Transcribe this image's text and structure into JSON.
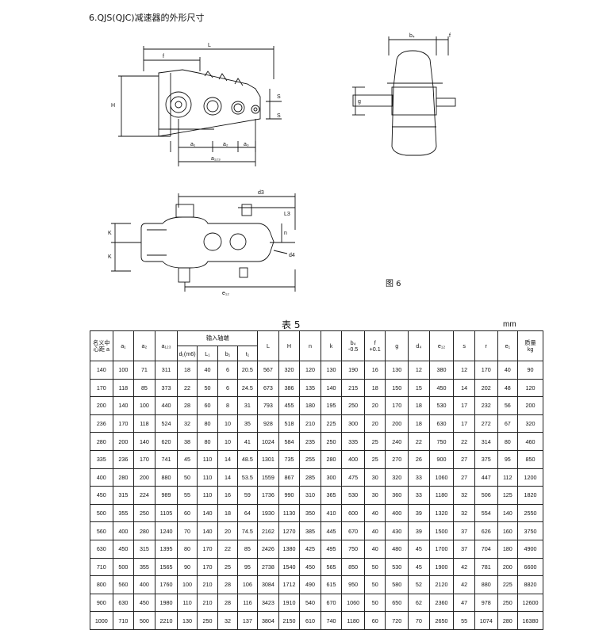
{
  "page": {
    "title": "6.QJS(QJC)减速器的外形尺寸",
    "figure_caption": "图 6",
    "table_caption": "表 5",
    "unit": "mm"
  },
  "figure_labels": {
    "L": "L",
    "f": "f",
    "H": "H",
    "S": "S",
    "S2": "S",
    "a1": "a₁",
    "a2": "a₂",
    "a3": "a₃",
    "a123": "a₁₂₃",
    "b4": "b₄",
    "f2": "f",
    "g": "g",
    "d3": "d3",
    "d4": "d4",
    "K1": "K",
    "K2": "K",
    "L3": "L3",
    "n": "n",
    "e": "e₁₂"
  },
  "table": {
    "headers": {
      "center": "名义中心距 a",
      "a1": "a₁",
      "a2": "a₂",
      "a123": "a₁₂₃",
      "input_shaft": "输入轴端",
      "d": "d₁(m6)",
      "l": "L₁",
      "b": "b₁",
      "t": "t₁",
      "L": "L",
      "H": "H",
      "n": "n",
      "k": "k",
      "b4": "b₄",
      "b4_tol": "-0.5",
      "f": "f",
      "f_tol": "+0.1",
      "g": "g",
      "d4": "d₄",
      "e": "e₁₂",
      "s": "s",
      "r": "r",
      "e1": "e₁",
      "mass": "质量",
      "mass_unit": "kg"
    },
    "rows": [
      [
        "140",
        "100",
        "71",
        "311",
        "18",
        "40",
        "6",
        "20.5",
        "567",
        "320",
        "120",
        "130",
        "190",
        "16",
        "130",
        "12",
        "380",
        "12",
        "170",
        "40",
        "90"
      ],
      [
        "170",
        "118",
        "85",
        "373",
        "22",
        "50",
        "6",
        "24.5",
        "673",
        "386",
        "135",
        "140",
        "215",
        "18",
        "150",
        "15",
        "450",
        "14",
        "202",
        "48",
        "120"
      ],
      [
        "200",
        "140",
        "100",
        "440",
        "28",
        "60",
        "8",
        "31",
        "793",
        "455",
        "180",
        "195",
        "250",
        "20",
        "170",
        "18",
        "530",
        "17",
        "232",
        "56",
        "200"
      ],
      [
        "236",
        "170",
        "118",
        "524",
        "32",
        "80",
        "10",
        "35",
        "928",
        "518",
        "210",
        "225",
        "300",
        "20",
        "200",
        "18",
        "630",
        "17",
        "272",
        "67",
        "320"
      ],
      [
        "280",
        "200",
        "140",
        "620",
        "38",
        "80",
        "10",
        "41",
        "1024",
        "584",
        "235",
        "250",
        "335",
        "25",
        "240",
        "22",
        "750",
        "22",
        "314",
        "80",
        "460"
      ],
      [
        "335",
        "236",
        "170",
        "741",
        "45",
        "110",
        "14",
        "48.5",
        "1301",
        "735",
        "255",
        "280",
        "400",
        "25",
        "270",
        "26",
        "900",
        "27",
        "375",
        "95",
        "850"
      ],
      [
        "400",
        "280",
        "200",
        "880",
        "50",
        "110",
        "14",
        "53.5",
        "1559",
        "867",
        "285",
        "300",
        "475",
        "30",
        "320",
        "33",
        "1060",
        "27",
        "447",
        "112",
        "1200"
      ],
      [
        "450",
        "315",
        "224",
        "989",
        "55",
        "110",
        "16",
        "59",
        "1736",
        "990",
        "310",
        "365",
        "530",
        "30",
        "360",
        "33",
        "1180",
        "32",
        "506",
        "125",
        "1820"
      ],
      [
        "500",
        "355",
        "250",
        "1105",
        "60",
        "140",
        "18",
        "64",
        "1930",
        "1130",
        "350",
        "410",
        "600",
        "40",
        "400",
        "39",
        "1320",
        "32",
        "554",
        "140",
        "2550"
      ],
      [
        "560",
        "400",
        "280",
        "1240",
        "70",
        "140",
        "20",
        "74.5",
        "2162",
        "1270",
        "385",
        "445",
        "670",
        "40",
        "430",
        "39",
        "1500",
        "37",
        "626",
        "160",
        "3750"
      ],
      [
        "630",
        "450",
        "315",
        "1395",
        "80",
        "170",
        "22",
        "85",
        "2426",
        "1380",
        "425",
        "495",
        "750",
        "40",
        "480",
        "45",
        "1700",
        "37",
        "704",
        "180",
        "4900"
      ],
      [
        "710",
        "500",
        "355",
        "1565",
        "90",
        "170",
        "25",
        "95",
        "2738",
        "1540",
        "450",
        "565",
        "850",
        "50",
        "530",
        "45",
        "1900",
        "42",
        "781",
        "200",
        "6600"
      ],
      [
        "800",
        "560",
        "400",
        "1760",
        "100",
        "210",
        "28",
        "106",
        "3084",
        "1712",
        "490",
        "615",
        "950",
        "50",
        "580",
        "52",
        "2120",
        "42",
        "880",
        "225",
        "8820"
      ],
      [
        "900",
        "630",
        "450",
        "1980",
        "110",
        "210",
        "28",
        "116",
        "3423",
        "1910",
        "540",
        "670",
        "1060",
        "50",
        "650",
        "62",
        "2360",
        "47",
        "978",
        "250",
        "12600"
      ],
      [
        "1000",
        "710",
        "500",
        "2210",
        "130",
        "250",
        "32",
        "137",
        "3804",
        "2150",
        "610",
        "740",
        "1180",
        "60",
        "720",
        "70",
        "2650",
        "55",
        "1074",
        "280",
        "16380"
      ]
    ]
  }
}
